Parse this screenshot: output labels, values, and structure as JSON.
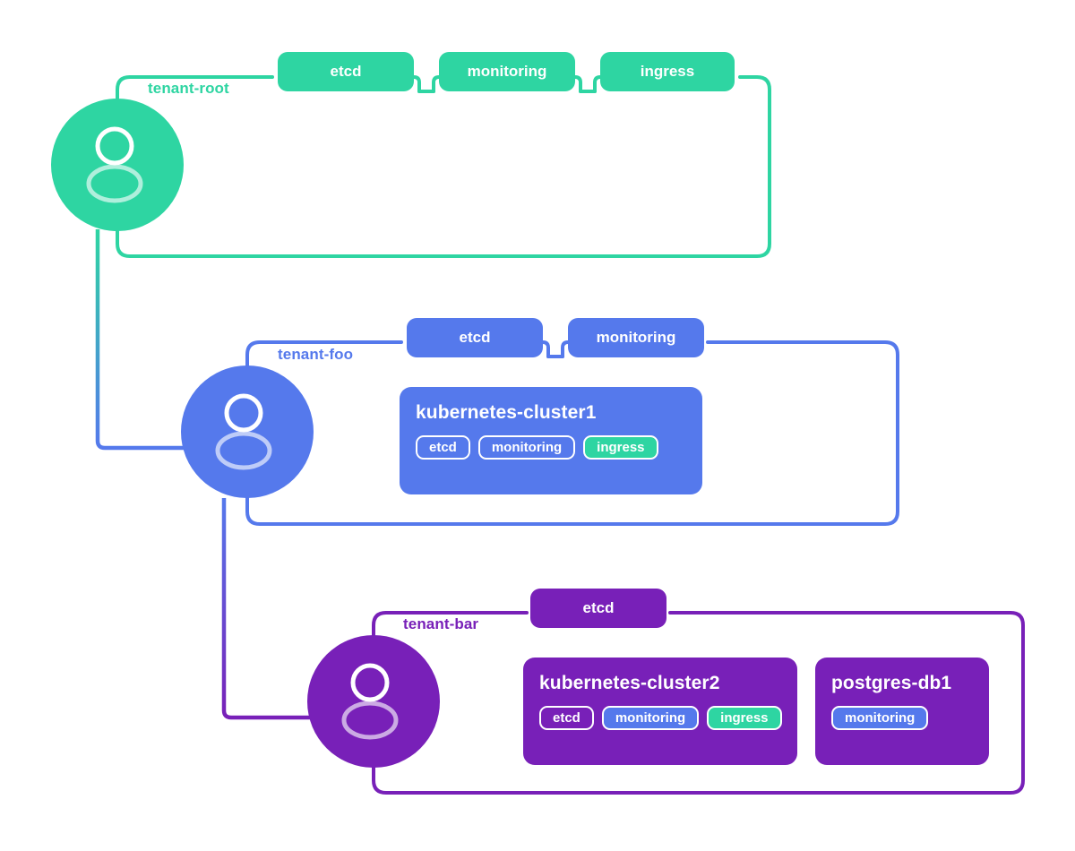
{
  "colors": {
    "green": "#2ed5a2",
    "blue": "#5579ec",
    "purple": "#7820b8",
    "white": "#ffffff"
  },
  "tenants": [
    {
      "id": "tenant-root",
      "label": "tenant-root",
      "color_key": "green",
      "avatar_name": "avatar-tenant-root",
      "border_chips": [
        {
          "label": "etcd"
        },
        {
          "label": "monitoring"
        },
        {
          "label": "ingress"
        }
      ],
      "cards": []
    },
    {
      "id": "tenant-foo",
      "label": "tenant-foo",
      "color_key": "blue",
      "avatar_name": "avatar-tenant-foo",
      "border_chips": [
        {
          "label": "etcd"
        },
        {
          "label": "monitoring"
        }
      ],
      "cards": [
        {
          "title": "kubernetes-cluster1",
          "tags": [
            {
              "label": "etcd",
              "style": "outline"
            },
            {
              "label": "monitoring",
              "style": "outline"
            },
            {
              "label": "ingress",
              "style": "fill-green"
            }
          ]
        }
      ]
    },
    {
      "id": "tenant-bar",
      "label": "tenant-bar",
      "color_key": "purple",
      "avatar_name": "avatar-tenant-bar",
      "border_chips": [
        {
          "label": "etcd"
        }
      ],
      "cards": [
        {
          "title": "kubernetes-cluster2",
          "tags": [
            {
              "label": "etcd",
              "style": "outline"
            },
            {
              "label": "monitoring",
              "style": "fill-blue"
            },
            {
              "label": "ingress",
              "style": "fill-green"
            }
          ]
        },
        {
          "title": "postgres-db1",
          "tags": [
            {
              "label": "monitoring",
              "style": "fill-blue"
            }
          ]
        }
      ]
    }
  ],
  "connectors": [
    {
      "name": "connector-root-to-foo",
      "from": "tenant-root",
      "to": "tenant-foo"
    },
    {
      "name": "connector-foo-to-bar",
      "from": "tenant-foo",
      "to": "tenant-bar"
    }
  ]
}
